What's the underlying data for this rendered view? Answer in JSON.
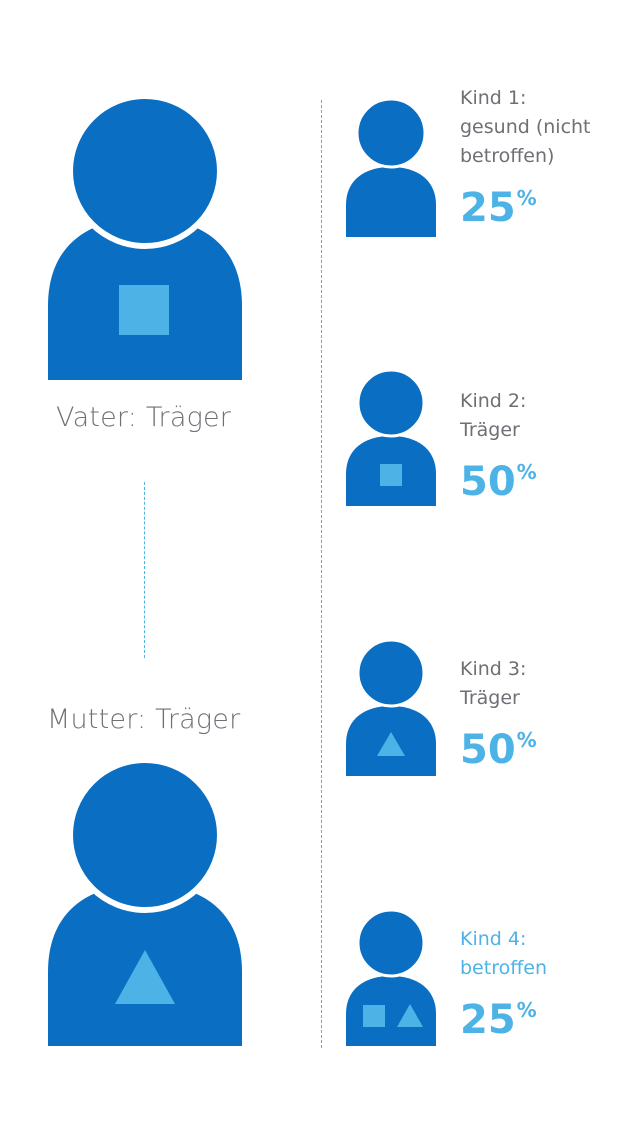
{
  "colors": {
    "person": "#0a6fc3",
    "marker": "#4db3e6",
    "label_gray": "#6f6f76",
    "highlight": "#4db3e6",
    "divider": "#4db3e6"
  },
  "parents": {
    "father": {
      "label": "Vater: Träger",
      "marker": "square",
      "icon": "person-icon"
    },
    "mother": {
      "label": "Mutter: Träger",
      "marker": "triangle",
      "icon": "person-icon"
    }
  },
  "children": [
    {
      "label": "Kind 1:\ngesund (nicht\nbetroffen)",
      "percent": "25",
      "percent_sign": "%",
      "markers": [],
      "affected": false
    },
    {
      "label": "Kind 2:\nTräger",
      "percent": "50",
      "percent_sign": "%",
      "markers": [
        "square"
      ],
      "affected": false
    },
    {
      "label": "Kind 3:\nTräger",
      "percent": "50",
      "percent_sign": "%",
      "markers": [
        "triangle"
      ],
      "affected": false
    },
    {
      "label": "Kind 4:\nbetroffen",
      "percent": "25",
      "percent_sign": "%",
      "markers": [
        "square",
        "triangle"
      ],
      "affected": true
    }
  ]
}
